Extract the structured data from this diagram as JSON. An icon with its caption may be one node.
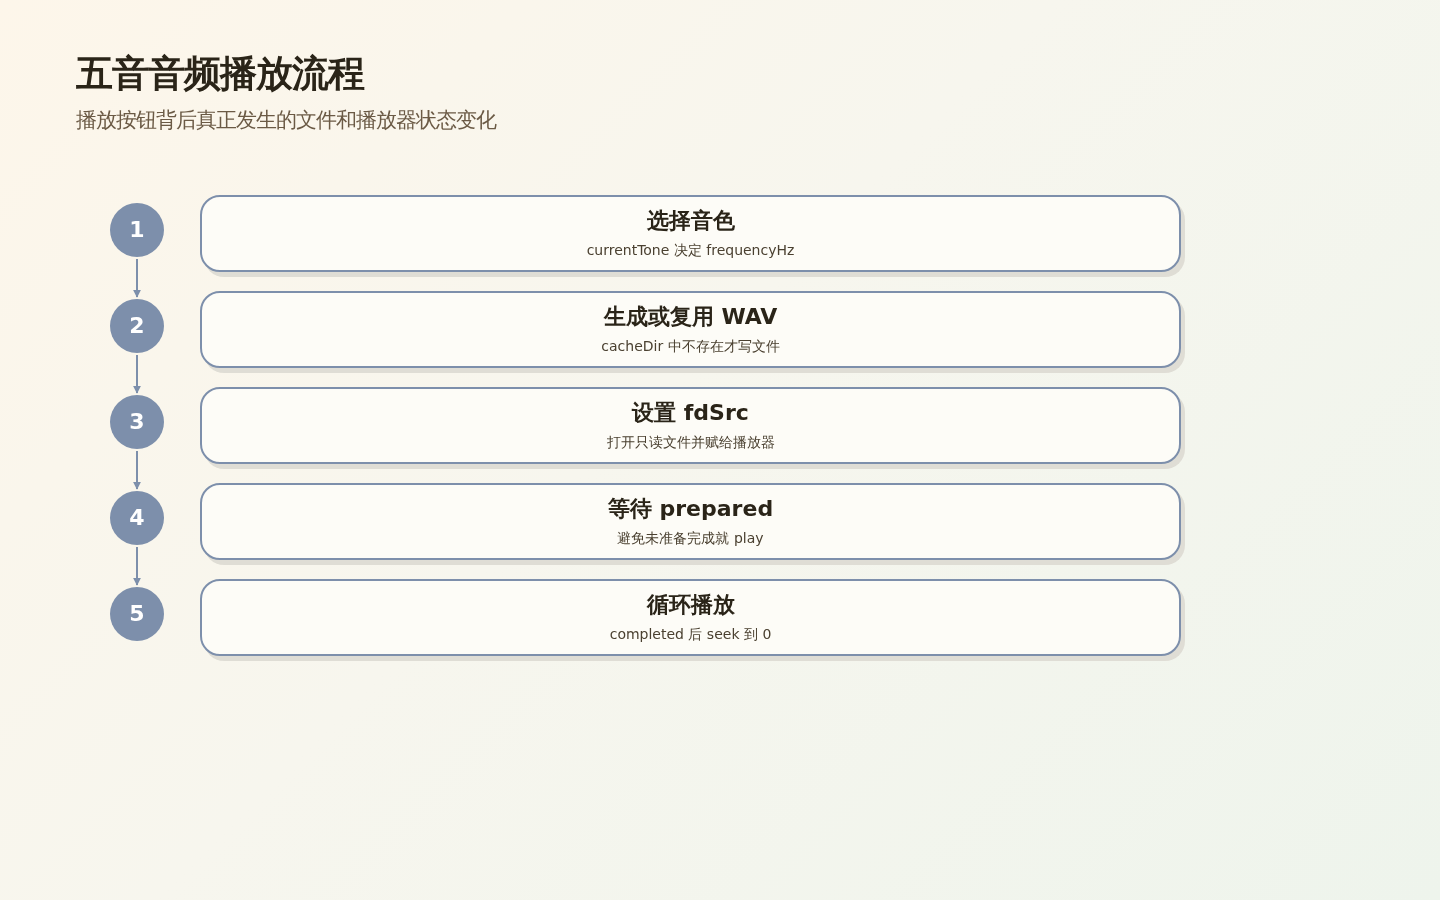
{
  "diagram": {
    "title": "五音音频播放流程",
    "nodes": [
      {
        "text": [
          "1"
        ]
      },
      {
        "text": [
          "选择音色",
          "currentTone 决定 frequencyHz"
        ]
      },
      {
        "text": [
          "2"
        ]
      },
      {
        "text": [
          "生成或复用 WAV",
          "cacheDir 中不存在才写文件"
        ]
      },
      {
        "text": [
          "3"
        ]
      },
      {
        "text": [
          "设置 fdSrc",
          "打开只读文件并赋给播放器"
        ]
      },
      {
        "text": [
          "4"
        ]
      },
      {
        "text": [
          "等待 prepared",
          "避免未准备完成就 play"
        ]
      },
      {
        "text": [
          "5"
        ]
      },
      {
        "text": [
          "循环播放",
          "completed 后 seek 到 0"
        ]
      }
    ],
    "edges": [
      {
        "from": 0,
        "to": 2,
        "arrow": "to"
      },
      {
        "from": 2,
        "to": 4,
        "arrow": "to"
      },
      {
        "from": 4,
        "to": 6,
        "arrow": "to"
      },
      {
        "from": 6,
        "to": 8,
        "arrow": "to"
      }
    ],
    "labels": [
      "播放按钮背后真正发生的文件和播放器状态变化"
    ]
  }
}
